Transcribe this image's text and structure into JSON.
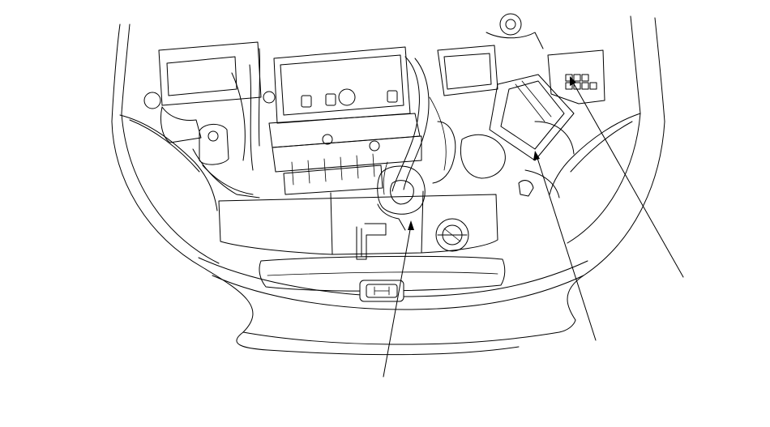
{
  "diagram": {
    "subject": "engine-compartment-line-drawing",
    "colors": {
      "line": "#000000",
      "background": "#ffffff"
    },
    "callouts": [
      {
        "id": "leader-grille-area"
      },
      {
        "id": "leader-battery-area"
      },
      {
        "id": "leader-fuse-box-area"
      }
    ]
  }
}
